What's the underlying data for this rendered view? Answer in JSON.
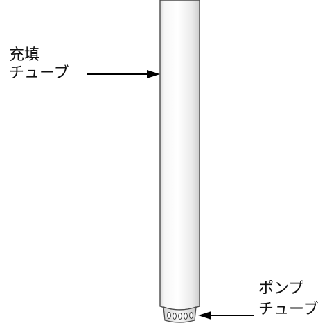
{
  "labels": {
    "fill_tube": {
      "line1": "充填",
      "line2": "チューブ"
    },
    "pump_tube": {
      "line1": "ポンプ",
      "line2": "チューブ"
    }
  },
  "colors": {
    "tube_light": "#ffffff",
    "tube_mid": "#f2f2f2",
    "tube_shadow": "#d6d6d6",
    "tube_outline": "#4a4a4a",
    "arrow": "#000000",
    "text": "#111111"
  }
}
